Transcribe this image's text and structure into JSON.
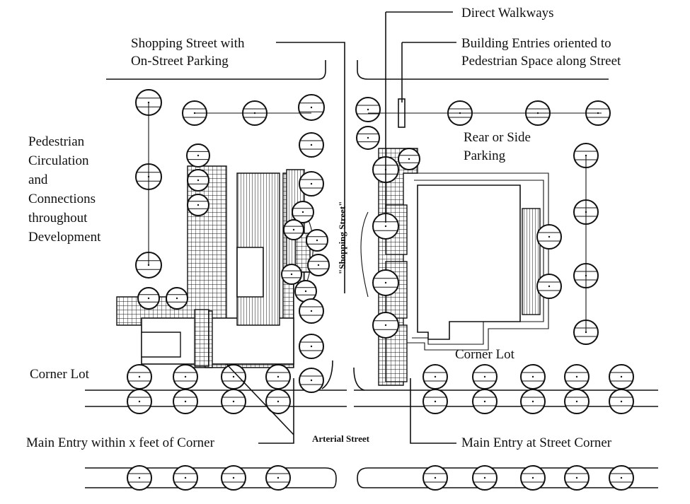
{
  "labels": {
    "direct_walkways": "Direct Walkways",
    "shopping_street_1": "Shopping Street with",
    "shopping_street_2": "On-Street Parking",
    "building_entries_1": "Building Entries oriented to",
    "building_entries_2": "Pedestrian Space along Street",
    "pedestrian_1": "Pedestrian",
    "pedestrian_2": "Circulation",
    "pedestrian_3": "and",
    "pedestrian_4": "Connections",
    "pedestrian_5": "throughout",
    "pedestrian_6": "Development",
    "rear_parking_1": "Rear or Side",
    "rear_parking_2": "Parking",
    "shopping_street_vertical": "\"Shopping Street\"",
    "corner_lot_left": "Corner Lot",
    "corner_lot_right": "Corner Lot",
    "main_entry_left": "Main Entry within x feet of Corner",
    "arterial_street": "Arterial Street",
    "main_entry_right": "Main Entry at Street Corner"
  },
  "colors": {
    "ink": "#111111",
    "background": "#ffffff"
  }
}
